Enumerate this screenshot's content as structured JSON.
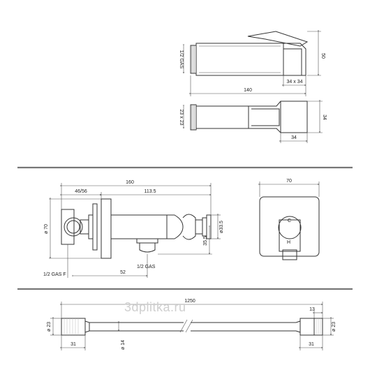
{
  "top_view_a": {
    "thread": "1/2 GAS",
    "length": "140",
    "section": "34 x 34",
    "height": "50"
  },
  "top_view_b": {
    "profile": "23 x 23",
    "width": "34",
    "height": "34"
  },
  "side_view": {
    "total": "160",
    "seg_left": "46/56",
    "seg_right": "113.5",
    "diameter_left": "ø 70",
    "thread_left": "1/2 GAS F",
    "offset": "52",
    "outlet": "1/2 GAS",
    "dia_right": "ø33.5",
    "height_right": "35.5"
  },
  "front_view": {
    "width": "70",
    "cold": "C",
    "hot": "H"
  },
  "hose": {
    "length": "1250",
    "dia_left": "ø 23",
    "dia_mid": "ø 14",
    "end_left": "31",
    "end_right": "31",
    "cap": "13",
    "dia_right": "ø 23"
  },
  "watermark": "3dplitka.ru"
}
